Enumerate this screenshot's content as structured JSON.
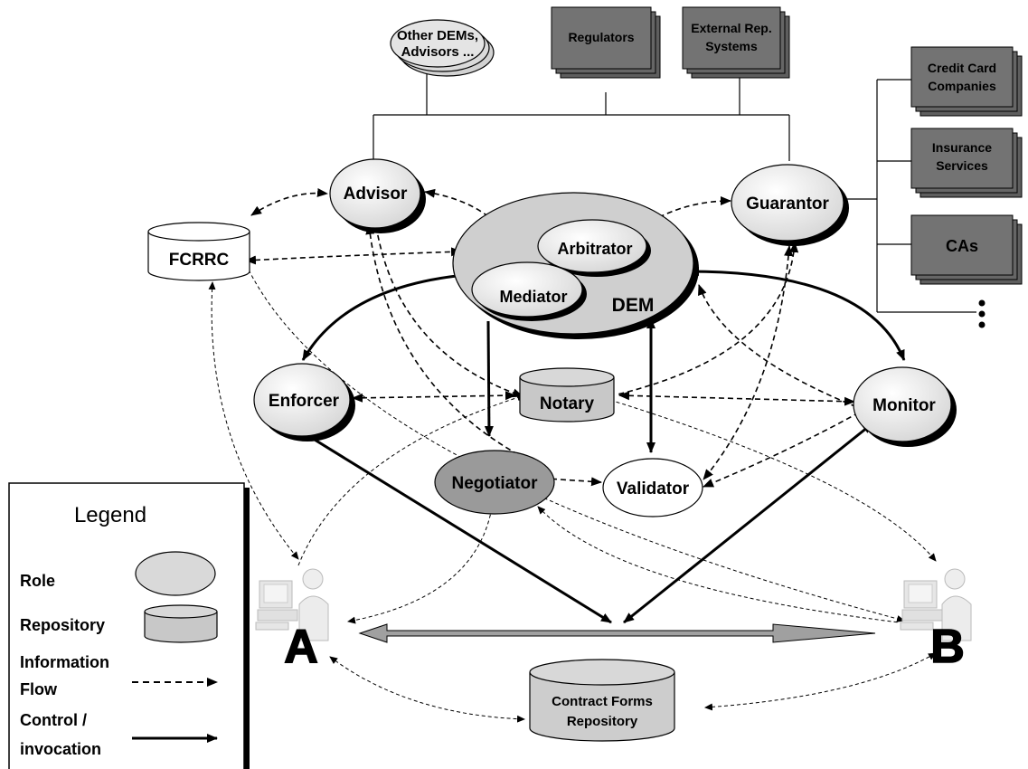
{
  "external": {
    "other_dems_line1": "Other DEMs,",
    "other_dems_line2": "Advisors ...",
    "regulators": "Regulators",
    "external_rep_line1": "External Rep.",
    "external_rep_line2": "Systems",
    "credit_line1": "Credit Card",
    "credit_line2": "Companies",
    "insurance_line1": "Insurance",
    "insurance_line2": "Services",
    "cas": "CAs"
  },
  "roles": {
    "advisor": "Advisor",
    "guarantor": "Guarantor",
    "fcrrc": "FCRRC",
    "arbitrator": "Arbitrator",
    "mediator": "Mediator",
    "dem": "DEM",
    "enforcer": "Enforcer",
    "notary": "Notary",
    "monitor": "Monitor",
    "negotiator": "Negotiator",
    "validator": "Validator",
    "contract_forms_line1": "Contract Forms",
    "contract_forms_line2": "Repository"
  },
  "parties": {
    "a": "A",
    "b": "B"
  },
  "legend": {
    "title": "Legend",
    "role": "Role",
    "repository": "Repository",
    "information_line1": "Information",
    "information_line2": "Flow",
    "control_line1": "Control /",
    "control_line2": "invocation"
  },
  "colors": {
    "dark_box": "#737373",
    "light_role": "#dcdcdc",
    "dem_fill": "#cfcfcf",
    "negotiator_fill": "#9a9a9a",
    "repo_fill": "#c8c8c8",
    "shaft": "#a0a0a0"
  }
}
